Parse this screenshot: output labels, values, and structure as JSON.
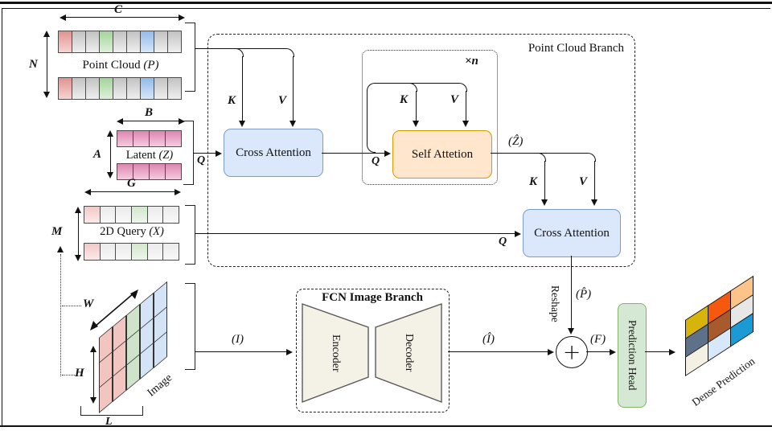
{
  "point_cloud": {
    "title": "Point Cloud",
    "symbol": "(P)",
    "dim_width": "C",
    "dim_height": "N",
    "cell_colors": [
      "red",
      "gray",
      "gray",
      "green",
      "gray",
      "gray",
      "blue",
      "gray",
      "gray"
    ]
  },
  "latent": {
    "title": "Latent",
    "symbol": "(Z)",
    "dim_width": "B",
    "dim_height": "A",
    "cell_colors": [
      "pink",
      "pink",
      "pink",
      "pink"
    ]
  },
  "query_2d": {
    "title": "2D Query",
    "symbol": "(X)",
    "dim_width": "G",
    "dim_height": "M",
    "cell_colors": [
      "pale_red",
      "pale_gray",
      "pale_gray",
      "pale_green",
      "pale_gray",
      "pale_gray"
    ]
  },
  "branch": {
    "point_cloud_branch_label": "Point Cloud Branch",
    "repeat_label": "×n",
    "fcn_label": "FCN Image Branch"
  },
  "blocks": {
    "cross_attention_1": "Cross Attention",
    "self_attention": "Self Attetion",
    "cross_attention_2": "Cross Attention",
    "encoder": "Encoder",
    "decoder": "Decoder",
    "prediction_head": "Prediction Head"
  },
  "edges": {
    "K": "K",
    "V": "V",
    "Q": "Q",
    "reshape": "Reshape",
    "plus": "+",
    "z_hat": "(Ẑ)",
    "p_hat": "(P̂)",
    "i_in": "(I)",
    "i_hat": "(Î)",
    "f": "(F)"
  },
  "image_stack": {
    "label": "Image",
    "dim_w": "W",
    "dim_h": "H",
    "dim_l": "L",
    "sheet_colors": [
      "red_sheet",
      "red_sheet",
      "green_sheet",
      "blue_sheet",
      "blue_sheet"
    ]
  },
  "dense_prediction": {
    "label": "Dense Prediction",
    "grid_colors": [
      [
        "#d6b40a",
        "#f4590d",
        "#fcc489"
      ],
      [
        "#5d7189",
        "#a85a2d",
        "#e7e7e5"
      ],
      [
        "#f5f0e4",
        "#d8e8fb",
        "#1b9ad5"
      ]
    ]
  },
  "cell_palette": {
    "red": [
      "#e09390",
      "#f6d4d2"
    ],
    "gray": [
      "#c2c2c2",
      "#efefef"
    ],
    "green": [
      "#a3d49a",
      "#dff0da"
    ],
    "blue": [
      "#92bae9",
      "#d8e6f7"
    ],
    "pink": [
      "#dd86b1",
      "#f4cbdf"
    ],
    "pale_red": [
      "#f3c8c6",
      "#fbe9e8"
    ],
    "pale_gray": [
      "#ebebeb",
      "#f8f8f8"
    ],
    "pale_green": [
      "#d2e7cc",
      "#edf6ea"
    ],
    "red_sheet": "#f3c5c1",
    "green_sheet": "#cfe3ca",
    "blue_sheet": "#d5e3f6"
  },
  "palette": {
    "attention_fill": "#dbe8fc",
    "attention_stroke": "#7a9cc6",
    "self_fill": "#ffe6cc",
    "self_stroke": "#d79b00",
    "head_fill": "#d5e8d4",
    "head_stroke": "#82b366",
    "coder_fill": "#f4f1e6",
    "coder_stroke": "#5a5a5a"
  }
}
